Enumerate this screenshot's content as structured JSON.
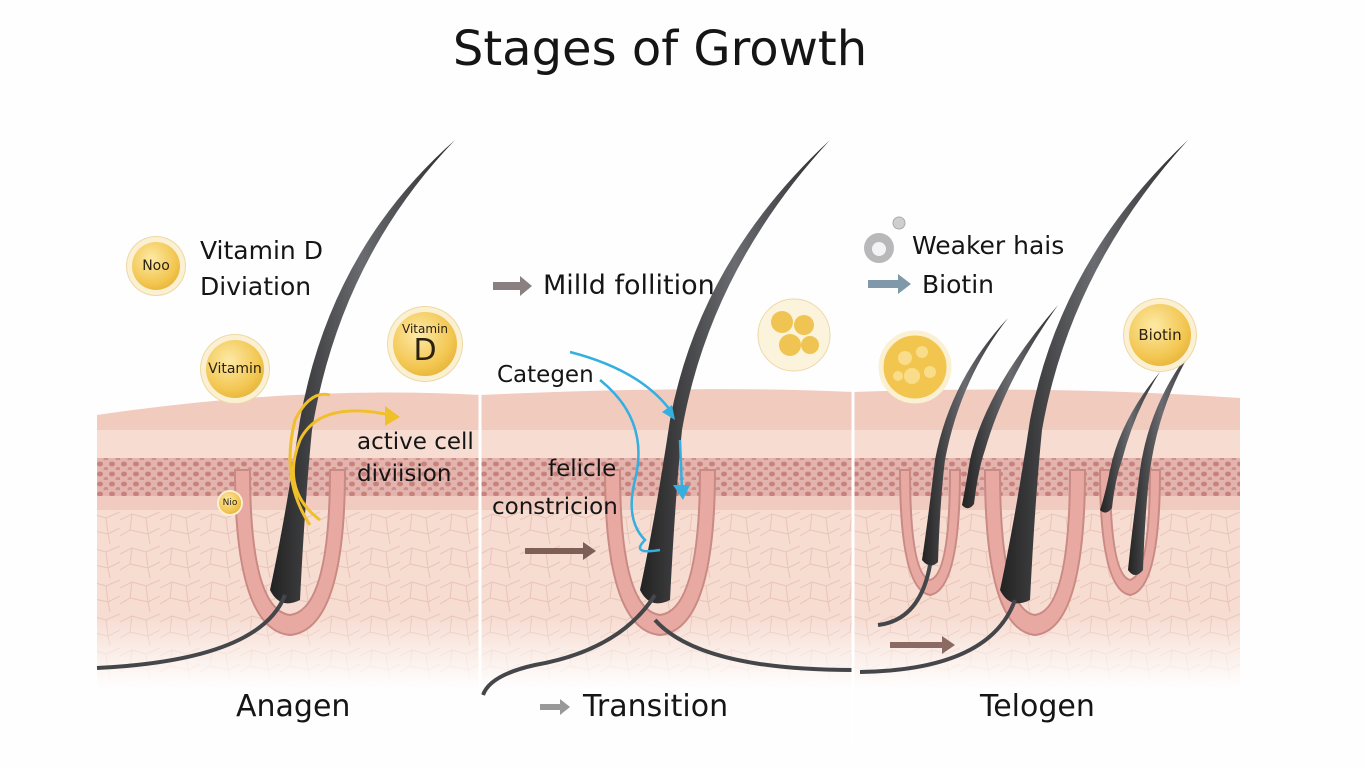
{
  "title": "Stages of Growth",
  "colors": {
    "skin_top": "#f2cbbf",
    "dermis_dots": "#c9817c",
    "skin_lower": "#f6dcd1",
    "hair": "#3a3b3e",
    "gold": "#f2c54e",
    "blue_arrow": "#35aee0",
    "yellow_arrow": "#f0c02a"
  },
  "anagen": {
    "bubble_noo": "Noo",
    "vitamin_d_line1": "Vitamin D",
    "vitamin_d_line2": "Diviation",
    "bubble_vitamin": "Vitamin",
    "bubble_vitd_top": "Vitamin",
    "bubble_vitd_letter": "D",
    "active_line1": "active cell",
    "active_line2": "diviision",
    "bubble_small": "Nio",
    "stage_label": "Anagen"
  },
  "transition": {
    "mild": "Milld follition",
    "categen": "Categen",
    "felicle": "felicle",
    "constriction": "constricion",
    "stage_label": "Transition"
  },
  "telogen": {
    "weaker": "Weaker hais",
    "biotin_line": "Biotin",
    "bubble_biotin": "Biotin",
    "stage_label": "Telogen"
  }
}
